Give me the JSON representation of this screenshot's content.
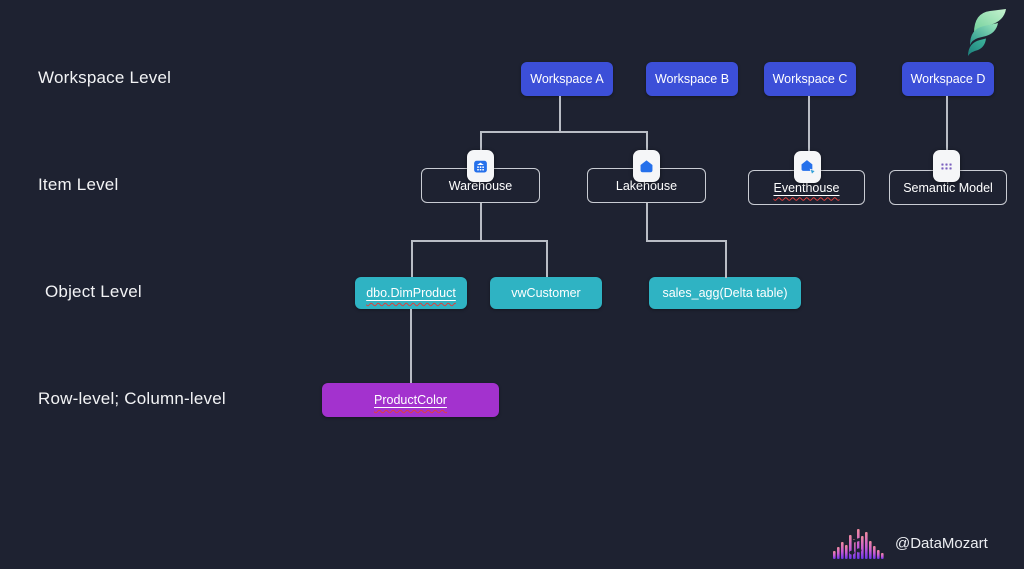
{
  "levels": [
    {
      "label": "Workspace Level"
    },
    {
      "label": "Item Level"
    },
    {
      "label": "Object Level"
    },
    {
      "label": "Row-level; Column-level"
    }
  ],
  "workspaces": [
    {
      "label": "Workspace A"
    },
    {
      "label": "Workspace B"
    },
    {
      "label": "Workspace C"
    },
    {
      "label": "Workspace D"
    }
  ],
  "items": [
    {
      "label": "Warehouse",
      "icon": "warehouse-icon"
    },
    {
      "label": "Lakehouse",
      "icon": "lakehouse-icon"
    },
    {
      "label": "Eventhouse",
      "icon": "eventhouse-icon"
    },
    {
      "label": "Semantic Model",
      "icon": "semantic-model-icon"
    }
  ],
  "objects": [
    {
      "label": "dbo.DimProduct"
    },
    {
      "label": "vwCustomer"
    },
    {
      "label": "sales_agg(Delta table)"
    }
  ],
  "row_level": {
    "label": "ProductColor"
  },
  "footer": {
    "handle": "@DataMozart"
  },
  "colors": {
    "background": "#1e2231",
    "workspace_blue": "#3c4fd8",
    "object_teal": "#2fb3c3",
    "row_purple": "#a332ce",
    "connector_gray": "#b9bdc5",
    "item_glyph_blue": "#2570eb",
    "semantic_dot_purple": "#7a5fbe",
    "squiggle_red": "#e0403d"
  }
}
